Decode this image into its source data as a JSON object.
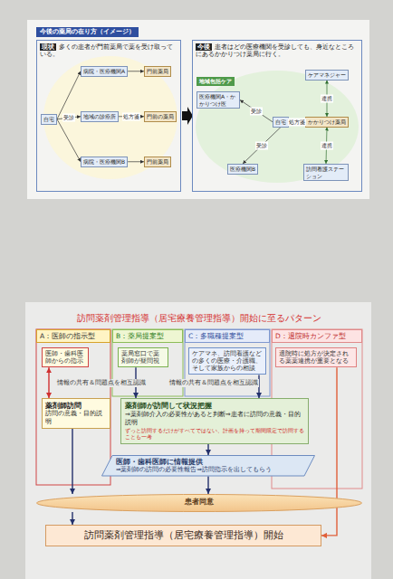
{
  "diagram": {
    "title": "訪問薬剤管理指導（居宅療養管理指導）開始に至るパターン",
    "nodes": [
      {
        "text": [
          "今後の薬局の在り方（イメージ）"
        ]
      },
      {
        "text": [
          "現状",
          "多くの患者が門前薬局で薬を受け取っている。"
        ]
      },
      {
        "text": [
          "自宅"
        ],
        "in": 1
      },
      {
        "text": [
          "病院・医療機関A"
        ],
        "in": 1
      },
      {
        "text": [
          "門前薬局"
        ],
        "in": 1
      },
      {
        "text": [
          "地域の診療所"
        ],
        "in": 1
      },
      {
        "text": [
          "門前の薬局"
        ],
        "in": 1
      },
      {
        "text": [
          "病院・医療機関B"
        ],
        "in": 1
      },
      {
        "text": [
          "門前薬局"
        ],
        "in": 1
      },
      {
        "text": [
          "今後",
          "患者はどの医療機関を受診しても、身近なところにあるかかりつけ薬局に行く。"
        ]
      },
      {
        "text": [
          "地域包括ケア"
        ],
        "in": 9
      },
      {
        "text": [
          "医療機関A・かかりつけ医"
        ],
        "in": 9
      },
      {
        "text": [
          "ケアマネジャー"
        ],
        "in": 9
      },
      {
        "text": [
          "自宅"
        ],
        "in": 9
      },
      {
        "text": [
          "かかりつけ薬局"
        ],
        "in": 9
      },
      {
        "text": [
          "医療機関B"
        ],
        "in": 9
      },
      {
        "text": [
          "訪問看護ステーション"
        ],
        "in": 9
      },
      {
        "text": [
          "A：医師の指示型"
        ]
      },
      {
        "text": [
          "B：薬局提案型"
        ]
      },
      {
        "text": [
          "C：多職種提案型"
        ]
      },
      {
        "text": [
          "D：退院時カンファ型"
        ]
      },
      {
        "text": [
          "医師・歯科医師からの指示"
        ]
      },
      {
        "text": [
          "薬局窓口で薬剤師が疑問視"
        ]
      },
      {
        "text": [
          "ケアマネ、訪問看護などの多くの医療・介護職、そして家族からの相談"
        ]
      },
      {
        "text": [
          "退院時に処方が決定される薬薬連携が重要となる"
        ]
      },
      {
        "text": [
          "薬剤師訪問",
          "訪問の意義・目的説明"
        ]
      },
      {
        "text": [
          "薬剤師が訪問して状況把握",
          "⇒薬剤師介入の必要性があると判断⇒患者に訪問の意義・目的説明",
          "ずっと訪問するだけがすべてではない、計画を持って期間限定で訪問することも一考"
        ]
      },
      {
        "text": [
          "医師・歯科医師に情報提供",
          "⇒薬剤師の訪問の必要性報告⇒訪問指示を出してもらう"
        ]
      },
      {
        "text": [
          "患者同意"
        ]
      },
      {
        "text": [
          "訪問薬剤管理指導（居宅療養管理指導）開始"
        ]
      }
    ],
    "edges": [
      {
        "from": 2,
        "to": 3,
        "arrow": "to"
      },
      {
        "from": 2,
        "to": 5,
        "arrow": "to",
        "label": "受診"
      },
      {
        "from": 2,
        "to": 7,
        "arrow": "to"
      },
      {
        "from": 3,
        "to": 4,
        "arrow": "to"
      },
      {
        "from": 5,
        "to": 6,
        "arrow": "to",
        "label": "処方箋"
      },
      {
        "from": 7,
        "to": 8,
        "arrow": "to"
      },
      {
        "from": 13,
        "to": 11,
        "arrow": "to",
        "label": "受診"
      },
      {
        "from": 13,
        "to": 14,
        "arrow": "to",
        "label": "処方箋"
      },
      {
        "from": 13,
        "to": 15,
        "arrow": "to",
        "label": "受診"
      },
      {
        "from": 12,
        "to": 14,
        "arrow": "both",
        "label": "連携"
      },
      {
        "from": 16,
        "to": 14,
        "arrow": "both",
        "label": "連携"
      },
      {
        "from": 21,
        "to": 25,
        "arrow": "both"
      },
      {
        "from": 22,
        "to": 26,
        "arrow": "to"
      },
      {
        "from": 23,
        "to": 26,
        "arrow": "to"
      },
      {
        "from": 26,
        "to": 27,
        "arrow": "to"
      },
      {
        "from": 25,
        "to": 28,
        "arrow": "to"
      },
      {
        "from": 27,
        "to": 28,
        "arrow": "to"
      },
      {
        "from": 28,
        "to": 29,
        "arrow": "to"
      },
      {
        "from": 24,
        "to": 29,
        "arrow": "to"
      }
    ],
    "labels": [
      "情報の共有＆問題点を相互認識",
      "情報の共有＆問題点を相互認識"
    ]
  }
}
